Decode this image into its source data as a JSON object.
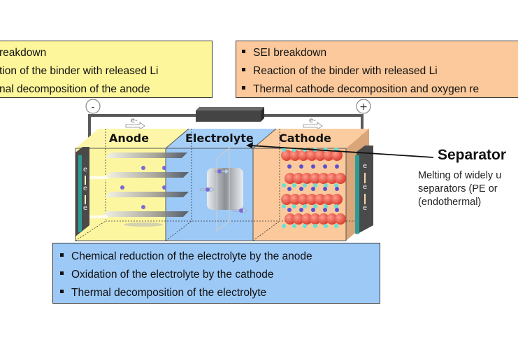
{
  "anode_reactions": {
    "items": [
      "SEI breakdown",
      "Reaction of the binder with released  Li",
      "Thermal decomposition of the anode"
    ],
    "visible_items": [
      "reakdown",
      "tion of the binder with released  Li",
      "nal decomposition of the anode"
    ],
    "color": "#fdf69a"
  },
  "cathode_reactions": {
    "items": [
      "SEI breakdown",
      "Reaction of the binder with released Li",
      "Thermal cathode decomposition and oxygen  re"
    ],
    "color": "#fbc99b"
  },
  "electrolyte_reactions": {
    "items": [
      "Chemical reduction of the electrolyte by the anode",
      "Oxidation of the electrolyte by the cathode",
      "Thermal decomposition of the electrolyte"
    ],
    "color": "#9dc9f7"
  },
  "battery": {
    "terminals": {
      "negative": "-",
      "positive": "+"
    },
    "electron_flow_label": "e-",
    "electron_label": "e",
    "sections": [
      {
        "label": "Anode",
        "color": "#fdf69a"
      },
      {
        "label": "Electrolyte",
        "color": "#9dc9f7"
      },
      {
        "label": "Cathode",
        "color": "#fbc99b"
      }
    ]
  },
  "separator": {
    "title": "Separator",
    "description_lines": [
      "Melting of widely u",
      "separators (PE or",
      "(endothermal)"
    ]
  }
}
